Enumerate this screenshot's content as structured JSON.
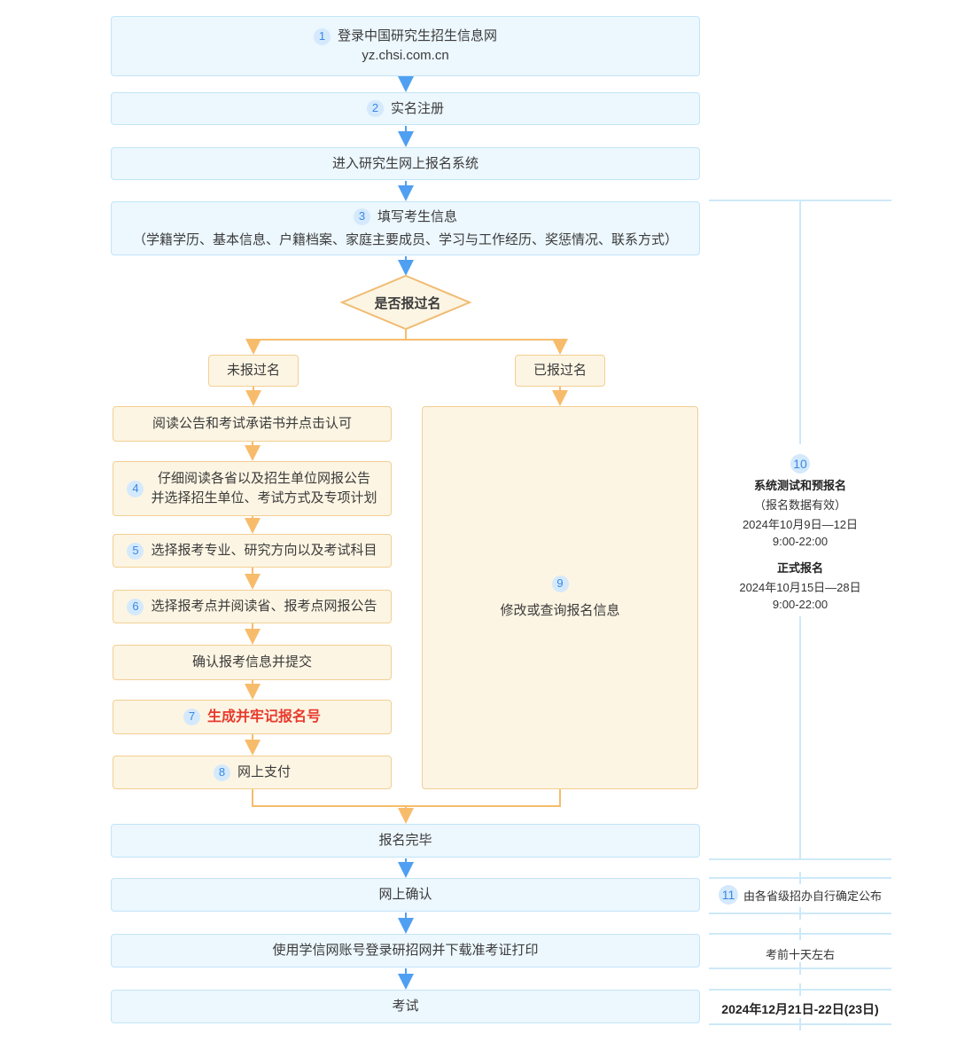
{
  "flow": {
    "steps_top": [
      {
        "badge": "1",
        "line1": "登录中国研究生招生信息网",
        "line2": "yz.chsi.com.cn"
      },
      {
        "badge": "2",
        "label": "实名注册"
      },
      {
        "label": "进入研究生网上报名系统"
      },
      {
        "badge": "3",
        "title": "填写考生信息",
        "subtitle": "（学籍学历、基本信息、户籍档案、家庭主要成员、学习与工作经历、奖惩情况、联系方式）"
      }
    ],
    "decision": {
      "label": "是否报过名"
    },
    "branches": {
      "left": "未报过名",
      "right": "已报过名"
    },
    "left_steps": [
      {
        "label": "阅读公告和考试承诺书并点击认可"
      },
      {
        "badge": "4",
        "line1": "仔细阅读各省以及招生单位网报公告",
        "line2": "并选择招生单位、考试方式及专项计划"
      },
      {
        "badge": "5",
        "label": "选择报考专业、研究方向以及考试科目"
      },
      {
        "badge": "6",
        "label": "选择报考点并阅读省、报考点网报公告"
      },
      {
        "label": "确认报考信息并提交"
      },
      {
        "badge": "7",
        "label": "生成并牢记报名号"
      },
      {
        "badge": "8",
        "label": "网上支付"
      }
    ],
    "right_step": {
      "badge": "9",
      "label": "修改或查询报名信息"
    },
    "bottom_steps": [
      {
        "label": "报名完毕"
      },
      {
        "label": "网上确认"
      },
      {
        "label": "使用学信网账号登录研招网并下载准考证打印"
      },
      {
        "label": "考试"
      }
    ]
  },
  "timeline": {
    "note10": {
      "badge": "10",
      "title1": "系统测试和预报名",
      "sub1": "（报名数据有效）",
      "date1": "2024年10月9日—12日",
      "time1": "9:00-22:00",
      "title2": "正式报名",
      "date2": "2024年10月15日—28日",
      "time2": "9:00-22:00"
    },
    "note11": {
      "badge": "11",
      "label": "由各省级招办自行确定公布"
    },
    "note12": {
      "label": "考前十天左右"
    },
    "note13": {
      "label": "2024年12月21日-22日(23日)"
    }
  },
  "colors": {
    "blue_box_fill": "#ecf7fe",
    "blue_box_border": "#c3e5f8",
    "yellow_box_fill": "#fdf5e3",
    "yellow_box_border": "#f2cf93",
    "blue_arrow": "#4f9ff2",
    "orange_connector": "#f7bc6b",
    "badge_fill": "#d4e9fc",
    "badge_text": "#3b87e4",
    "timeline_line": "#cde9f8",
    "alert_red": "#e8392d",
    "text": "#3b3b3b"
  }
}
